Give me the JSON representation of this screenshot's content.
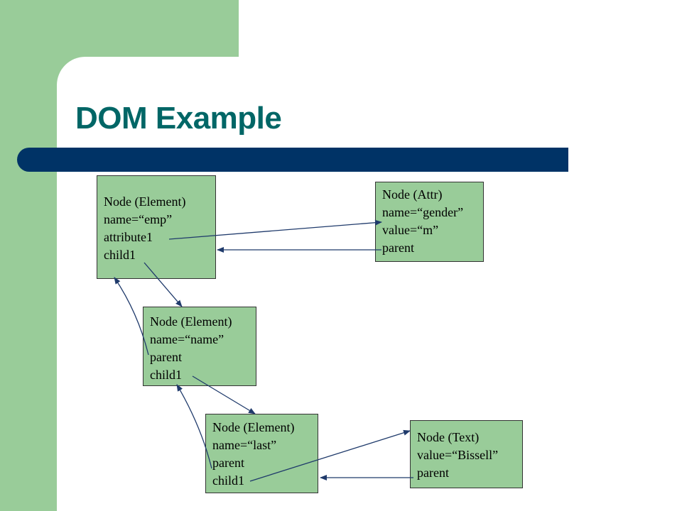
{
  "slide": {
    "title": "DOM Example",
    "colors": {
      "accent_green": "#99CC99",
      "title_teal": "#006666",
      "bar_navy": "#003366",
      "arrow": "#1F3A6B"
    }
  },
  "nodes": {
    "emp": {
      "lines": [
        "Node (Element)",
        "name=“emp”",
        "attribute1",
        "child1"
      ]
    },
    "attr": {
      "lines": [
        "Node (Attr)",
        "name=“gender”",
        "value=“m”",
        "parent"
      ]
    },
    "name": {
      "lines": [
        "Node (Element)",
        "name=“name”",
        "parent",
        "child1"
      ]
    },
    "last": {
      "lines": [
        "Node (Element)",
        "name=“last”",
        "parent",
        "child1"
      ]
    },
    "text": {
      "lines": [
        "Node (Text)",
        "value=“Bissell”",
        "parent"
      ]
    }
  },
  "connections": [
    {
      "from": "emp.attribute1",
      "to": "attr",
      "label": "attribute1"
    },
    {
      "from": "attr.parent",
      "to": "emp",
      "label": "parent"
    },
    {
      "from": "emp.child1",
      "to": "name",
      "label": "child1"
    },
    {
      "from": "name.parent",
      "to": "emp",
      "label": "parent"
    },
    {
      "from": "name.child1",
      "to": "last",
      "label": "child1"
    },
    {
      "from": "last.parent",
      "to": "name",
      "label": "parent"
    },
    {
      "from": "last.child1",
      "to": "text",
      "label": "child1"
    },
    {
      "from": "text.parent",
      "to": "last",
      "label": "parent"
    }
  ]
}
